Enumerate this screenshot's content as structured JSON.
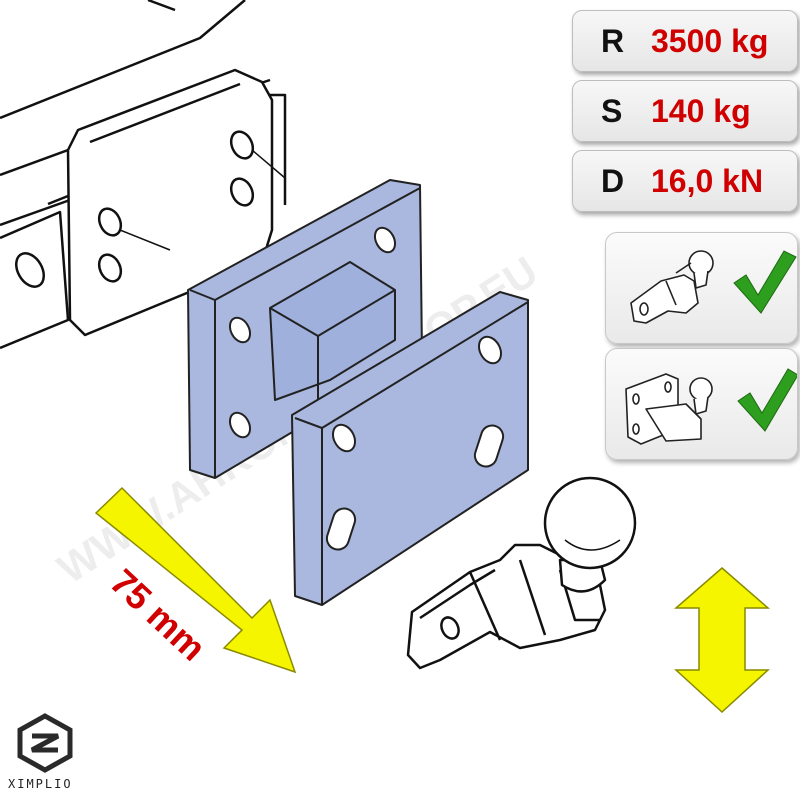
{
  "specs": [
    {
      "letter": "R",
      "value": "3500 kg"
    },
    {
      "letter": "S",
      "value": "140 kg"
    },
    {
      "letter": "D",
      "value": "16,0 kN"
    }
  ],
  "dimension": {
    "label": "75 mm"
  },
  "watermark": {
    "text": "WWW.AHKONLINESHOP.EU"
  },
  "brand": {
    "name": "XIMPLIO"
  },
  "compatibility": [
    {
      "icon": "flange-towball-icon",
      "status": "check-icon"
    },
    {
      "icon": "flange-plate-towball-icon",
      "status": "check-icon"
    }
  ],
  "colors": {
    "plate": "#aab8df",
    "value_red": "#d00000",
    "arrow_yellow": "#f5f500",
    "check_green": "#2e9e1f"
  }
}
